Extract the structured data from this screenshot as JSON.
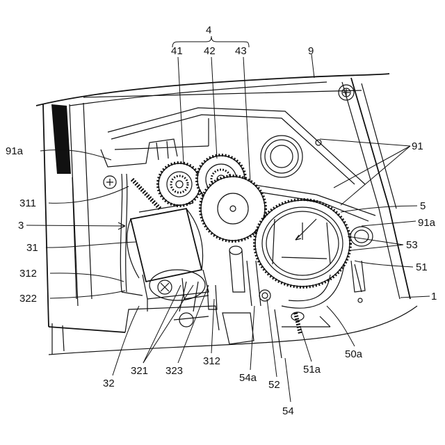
{
  "figure": {
    "labels": {
      "l4": "4",
      "l41": "41",
      "l42": "42",
      "l43": "43",
      "l9": "9",
      "l91a_left": "91a",
      "l91": "91",
      "l311": "311",
      "l5": "5",
      "l3": "3",
      "l91a_right": "91a",
      "l31": "31",
      "l53": "53",
      "l312_left": "312",
      "l51": "51",
      "l322": "322",
      "l1": "1",
      "l32": "32",
      "l321": "321",
      "l323": "323",
      "l312_bottom": "312",
      "l54a": "54a",
      "l52": "52",
      "l51a": "51a",
      "l50a": "50a",
      "l54": "54"
    }
  }
}
